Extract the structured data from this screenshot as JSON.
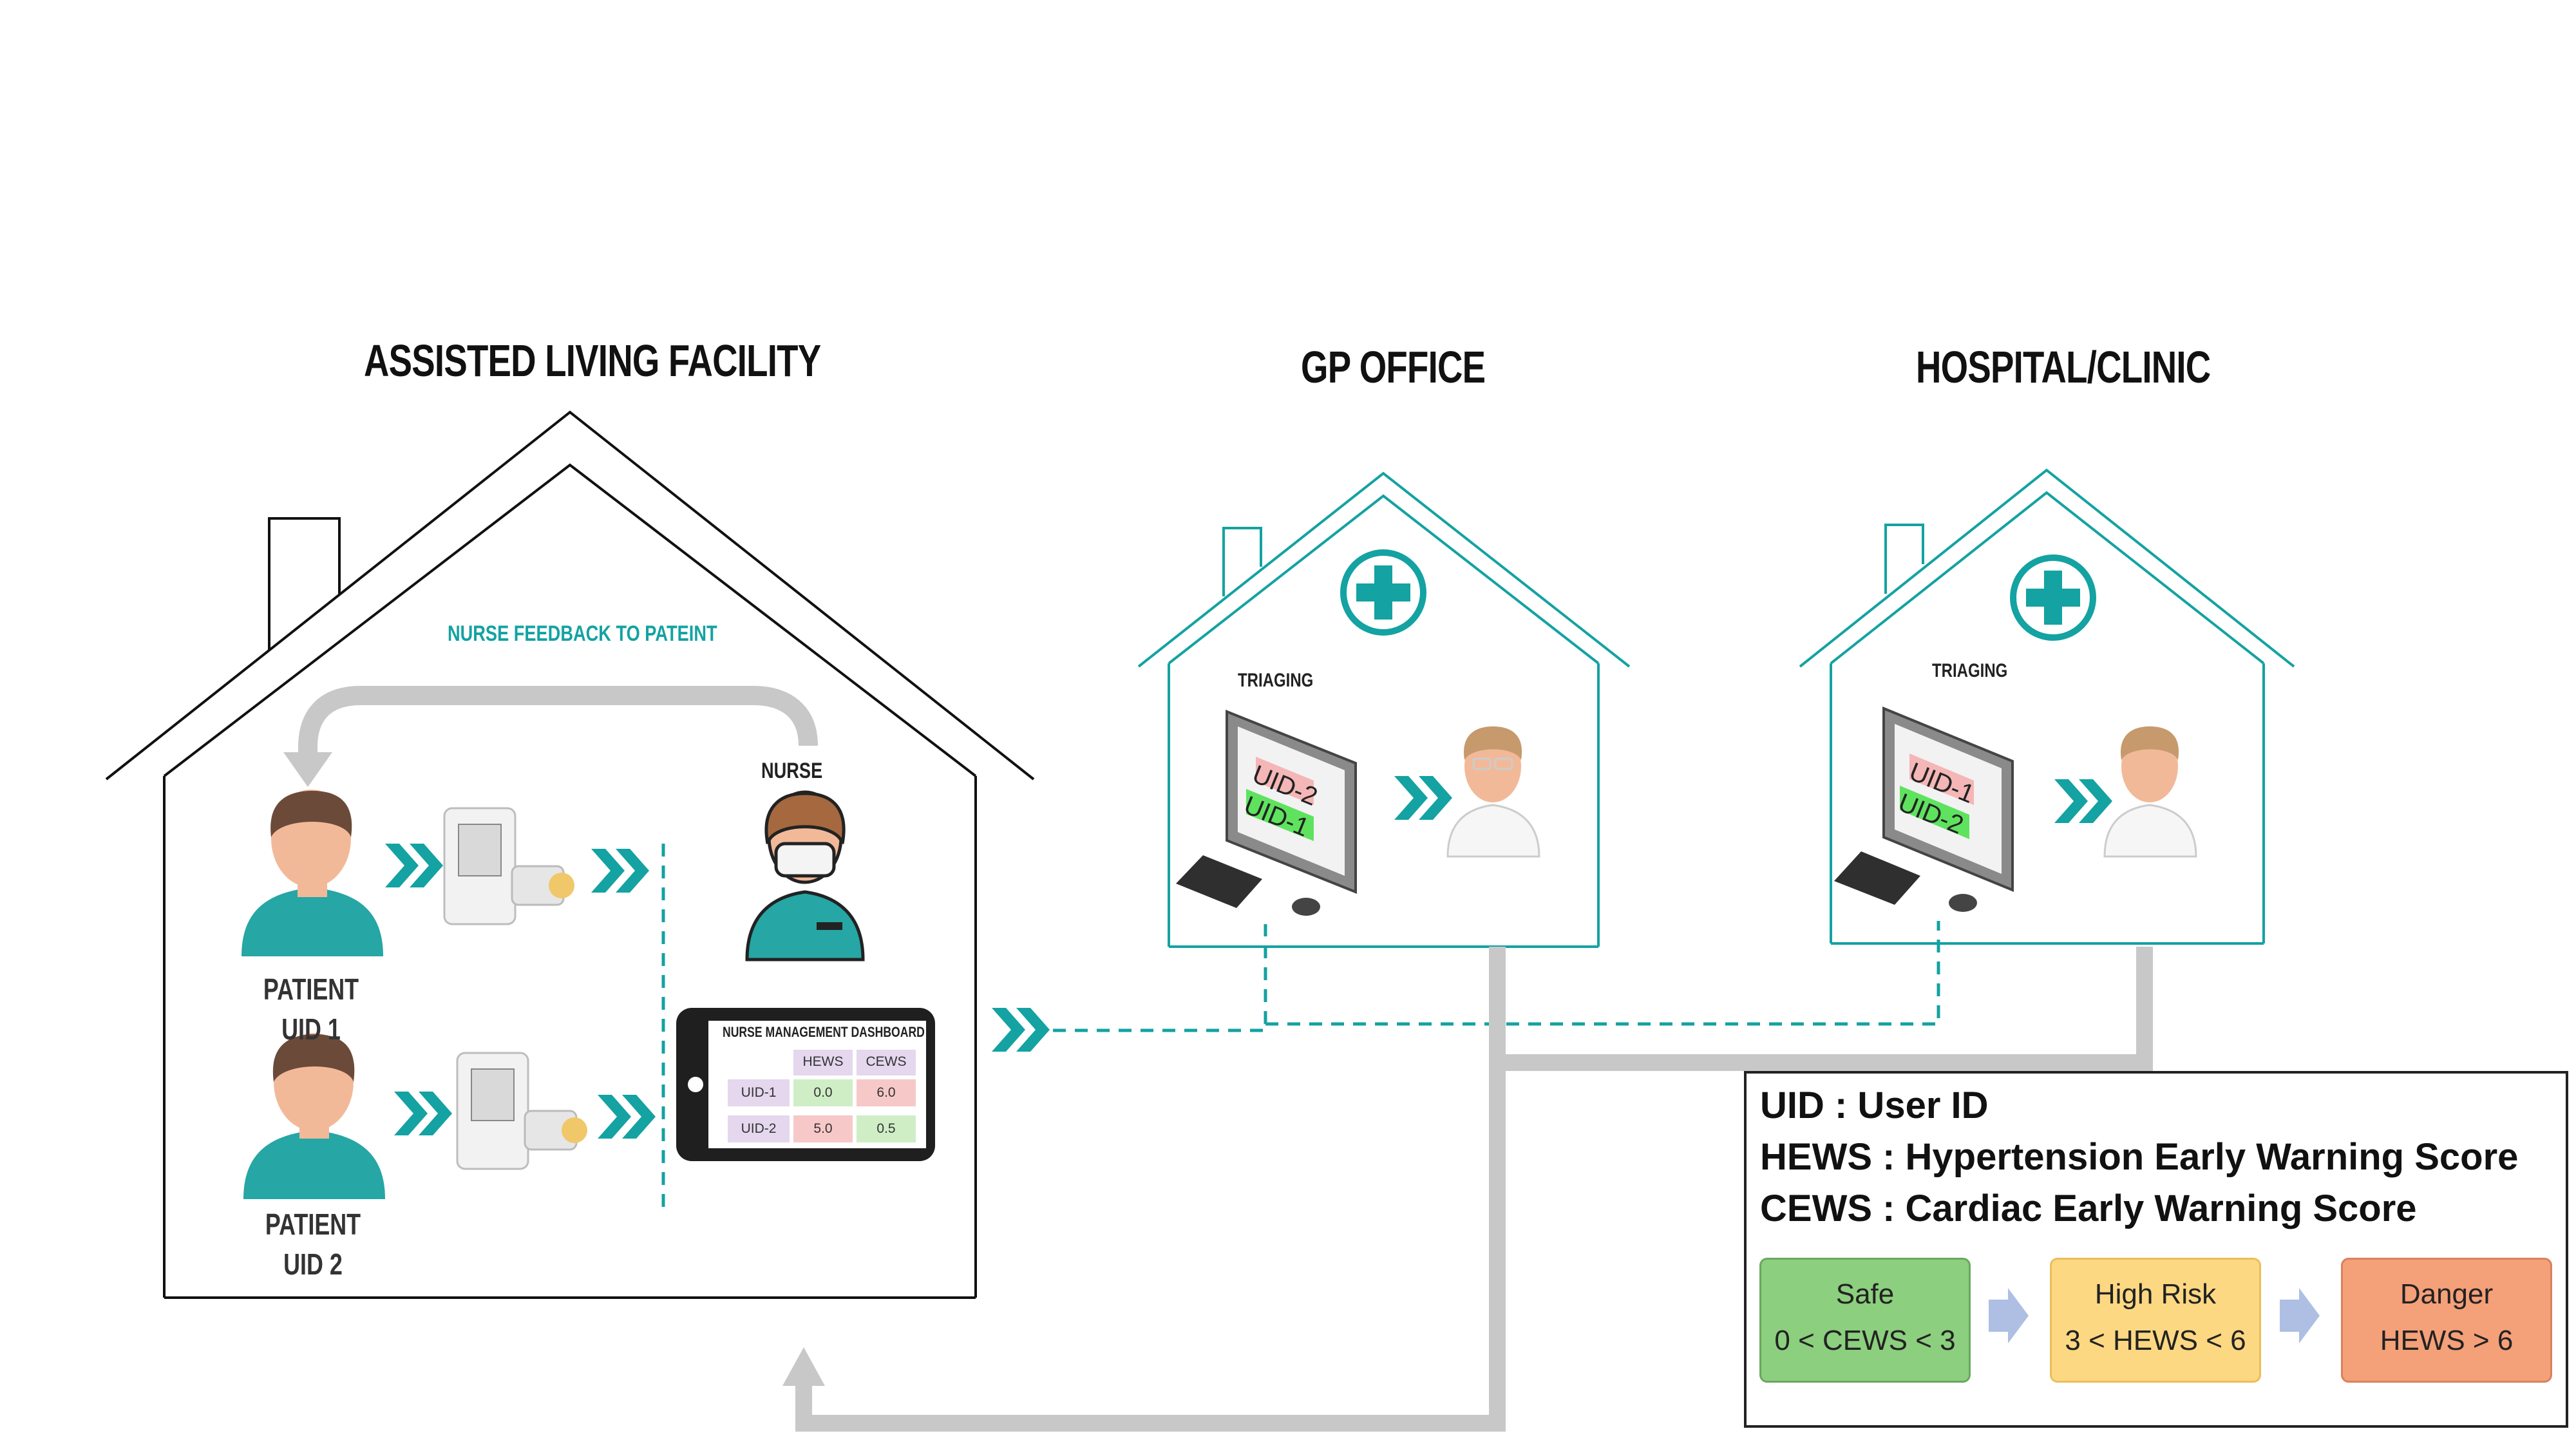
{
  "facility": {
    "title": "ASSISTED LIVING FACILITY",
    "feedback_label": "NURSE FEEDBACK TO PATEINT",
    "nurse_label": "NURSE",
    "patient1": {
      "line1": "PATIENT",
      "line2": "UID 1"
    },
    "patient2": {
      "line1": "PATIENT",
      "line2": "UID 2"
    },
    "dashboard": {
      "title": "NURSE MANAGEMENT DASHBOARD",
      "columns": [
        "HEWS",
        "CEWS"
      ],
      "rows": [
        {
          "uid": "UID-1",
          "hews": "0.0",
          "cews": "6.0"
        },
        {
          "uid": "UID-2",
          "hews": "5.0",
          "cews": "0.5"
        }
      ]
    }
  },
  "gp_office": {
    "title": "GP OFFICE",
    "triaging_label": "TRIAGING",
    "queue": [
      "UID-2",
      "UID-1"
    ]
  },
  "hospital": {
    "title": "HOSPITAL/CLINIC",
    "triaging_label": "TRIAGING",
    "queue": [
      "UID-1",
      "UID-2"
    ]
  },
  "legend": {
    "lines": [
      "UID : User ID",
      "HEWS : Hypertension Early Warning Score",
      "CEWS : Cardiac Early Warning Score"
    ],
    "levels": [
      {
        "name": "Safe",
        "rule": "0 < CEWS < 3",
        "color": "#8ccf7e"
      },
      {
        "name": "High Risk",
        "rule": "3 < HEWS < 6",
        "color": "#fdd882"
      },
      {
        "name": "Danger",
        "rule": "HEWS > 6",
        "color": "#f4a079"
      }
    ]
  },
  "colors": {
    "teal": "#14a2a2",
    "grey_arrow": "#c8c8c8",
    "light_blue_arrow": "#aebfe3",
    "red_tag": "#f4b6b6",
    "green_tag": "#5fe35f"
  }
}
